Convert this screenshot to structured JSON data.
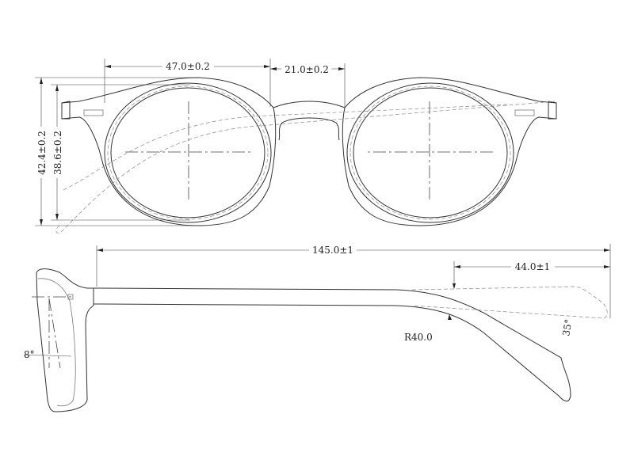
{
  "title": "Eyeglasses technical drawing",
  "front_view": {
    "lens_width": "47.0±0.2",
    "bridge_width": "21.0±0.2",
    "frame_height": "42.4±0.2",
    "lens_height": "38.6±0.2"
  },
  "side_view": {
    "temple_length": "145.0±1",
    "bend_length": "44.0±1",
    "bend_radius": "R40.0",
    "pantoscopic_angle": "8°",
    "temple_angle": "35°"
  },
  "colors": {
    "line": "#333333",
    "background": "#ffffff"
  }
}
